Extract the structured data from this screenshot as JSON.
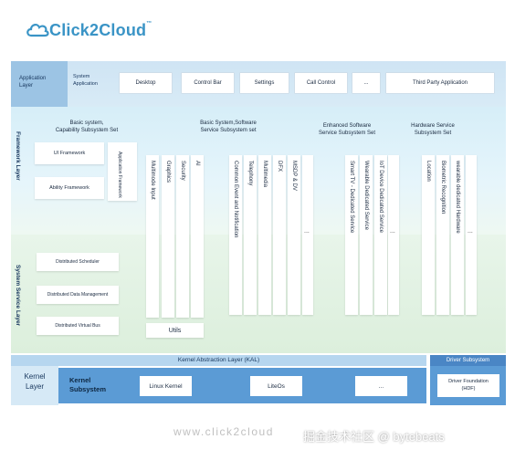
{
  "logo": {
    "text": "Click2Cloud",
    "tm": "™"
  },
  "app_layer": {
    "label_line1": "Application",
    "label_line2": "Layer",
    "system_app_line1": "System",
    "system_app_line2": "Application",
    "apps": [
      "Desktop",
      "Control Bar",
      "Settings",
      "Call Control",
      "...",
      "Third Party Application"
    ]
  },
  "framework_layer": {
    "label": "Framework Layer",
    "basic_capability_head_1": "Basic system,",
    "basic_capability_head_2": "Capability Subsystem Set",
    "basic_software_head_1": "Basic System,Software",
    "basic_software_head_2": "Service Subsystem set",
    "enhanced_head_1": "Enhanced Software",
    "enhanced_head_2": "Service Subsystem Set",
    "hardware_head_1": "Hardware Service",
    "hardware_head_2": "Subsystem Set",
    "ui_framework": "UI Framework",
    "ability_framework": "Ability Framework",
    "application_framework": "Application Framework"
  },
  "system_service_layer": {
    "label": "System Service Layer",
    "distributed_scheduler": "Distributed Scheduler",
    "distributed_data": "Distributed Data Management",
    "distributed_bus": "Distributed Virtual Bus",
    "utils": "Utils"
  },
  "columns": {
    "basic": [
      "Multimode Input",
      "Graphics",
      "Security",
      "AI"
    ],
    "software": [
      "Common Event and Notification",
      "Telephony",
      "Multimedia",
      "DFX",
      "MSDP & DV",
      "..."
    ],
    "enhanced": [
      "Smart TV - Dedicated Service",
      "Wearable Dedicated Service",
      "IoT Device Dedicated Service",
      "..."
    ],
    "hardware": [
      "Location",
      "Biometric Recognition",
      "wearable dedicated Hardware",
      "..."
    ]
  },
  "kernel": {
    "kal": "Kernel Abstraction Layer (KAL)",
    "side_line1": "Kernel",
    "side_line2": "Layer",
    "subsystem_line1": "Kernel",
    "subsystem_line2": "Subsystem",
    "items": [
      "Linux Kernel",
      "LiteOs",
      "..."
    ],
    "driver_head": "Driver Subsystem",
    "driver_line1": "Driver Foundation",
    "driver_line2": "(HDF)"
  },
  "footer": {
    "url": "www.click2cloud",
    "watermark": "掘金技术社区 @ bytebeats"
  }
}
